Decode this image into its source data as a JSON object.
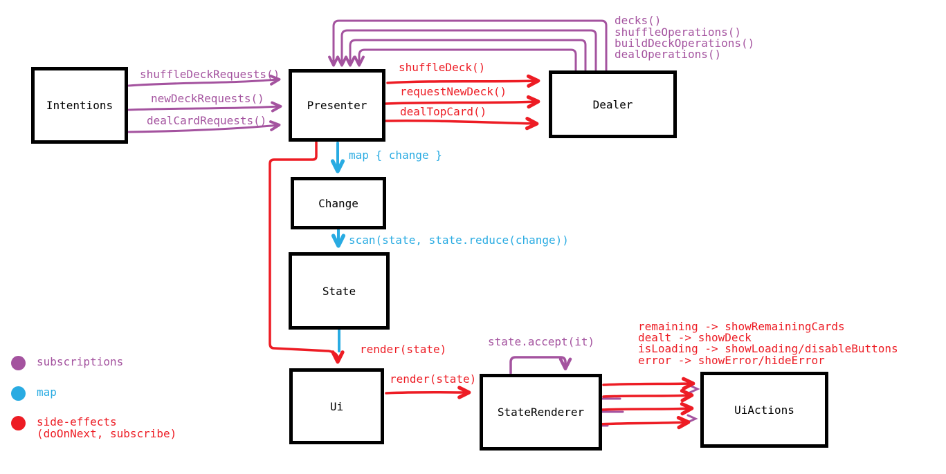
{
  "diagram": {
    "nodes": {
      "intentions": "Intentions",
      "presenter": "Presenter",
      "dealer": "Dealer",
      "change": "Change",
      "state": "State",
      "ui": "Ui",
      "state_renderer": "StateRenderer",
      "ui_actions": "UiActions"
    },
    "edges": {
      "intentions_to_presenter": [
        "shuffleDeckRequests()",
        "newDeckRequests()",
        "dealCardRequests()"
      ],
      "presenter_to_dealer": [
        "shuffleDeck()",
        "requestNewDeck()",
        "dealTopCard()"
      ],
      "dealer_to_presenter": [
        "decks()",
        "shuffleOperations()",
        "buildDeckOperations()",
        "dealOperations()"
      ],
      "presenter_to_change": "map { change }",
      "change_to_state": "scan(state, state.reduce(change))",
      "state_to_ui": "render(state)",
      "ui_to_state_renderer": "render(state)",
      "state_renderer_self": "state.accept(it)",
      "state_renderer_to_ui_actions": [
        "remaining -> showRemainingCards",
        "dealt -> showDeck",
        "isLoading -> showLoading/disableButtons",
        "error -> showError/hideError"
      ]
    },
    "legend": [
      {
        "color": "#a4539f",
        "label": "subscriptions"
      },
      {
        "color": "#29abe2",
        "label": "map"
      },
      {
        "color": "#ed1c24",
        "label": "side-effects",
        "label2": "(doOnNext, subscribe)"
      }
    ],
    "colors": {
      "subscriptions": "#a4539f",
      "map": "#29abe2",
      "side_effects": "#ed1c24",
      "node_border": "#000000"
    }
  }
}
